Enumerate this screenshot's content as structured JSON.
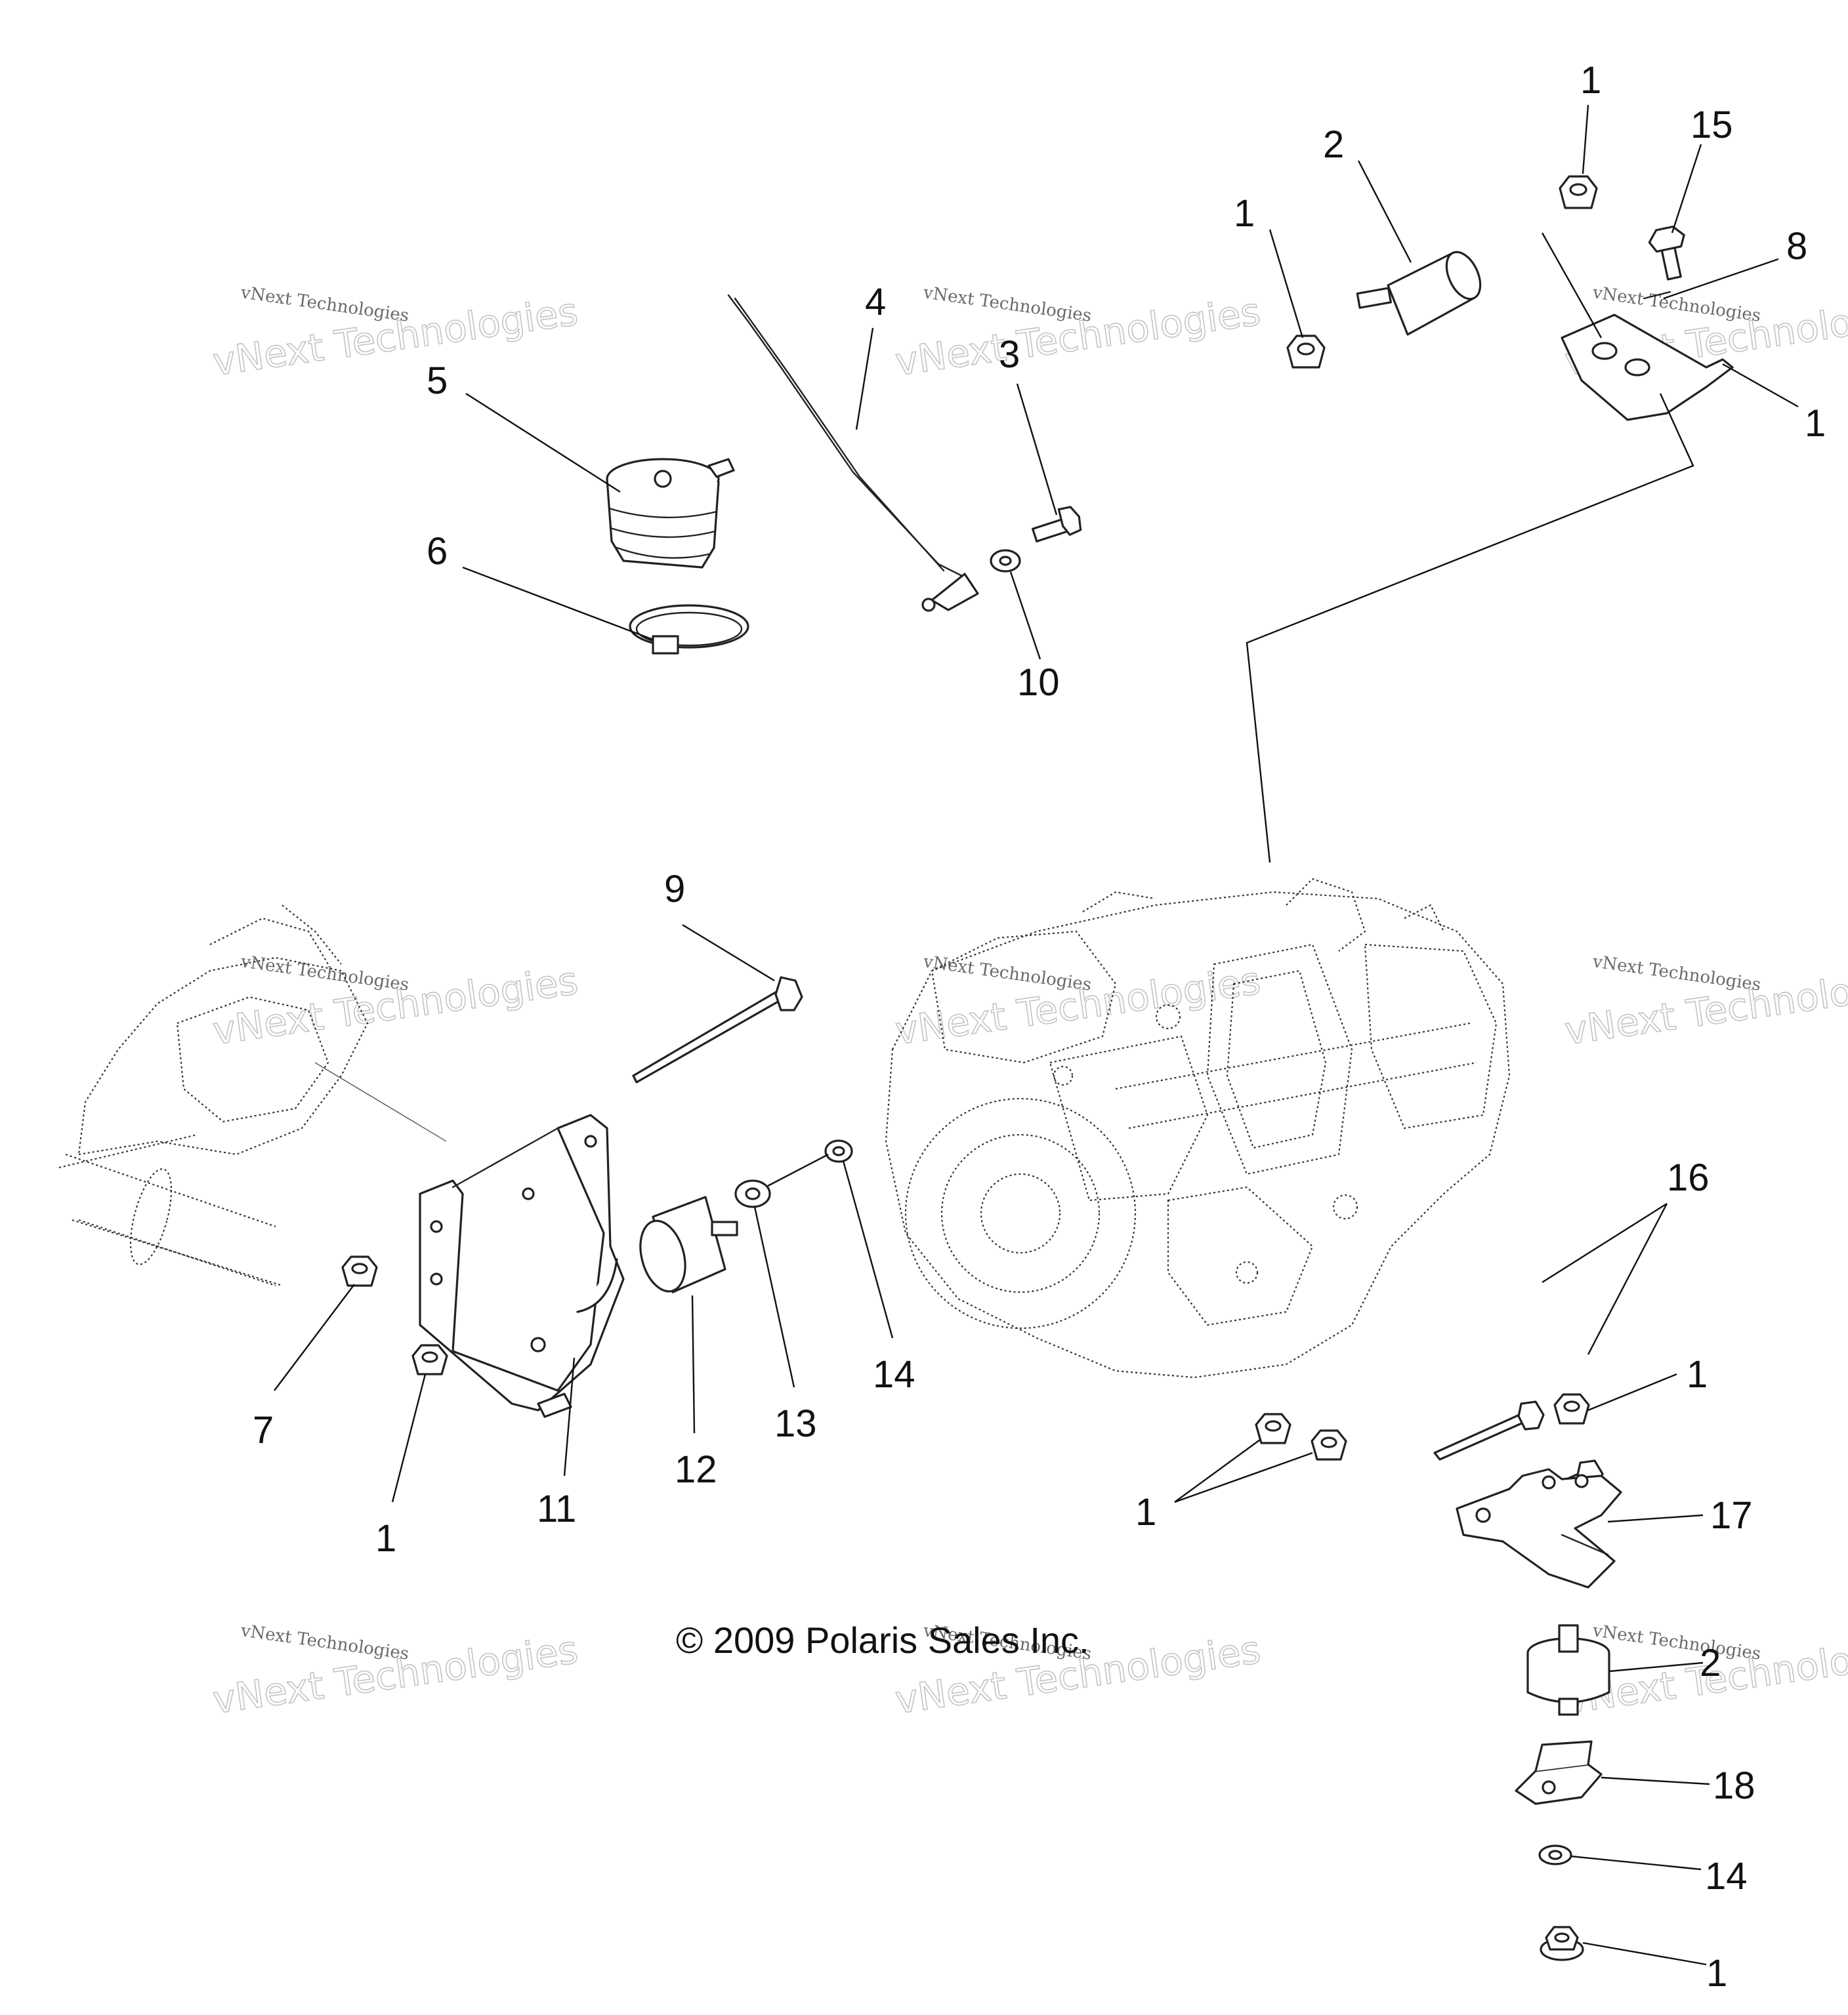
{
  "diagram": {
    "copyright": "© 2009 Polaris Sales Inc.",
    "watermark": {
      "line1": "vNext Technologies",
      "line2": "vNext Technologies"
    },
    "callouts": [
      {
        "id": "c1-top-nut",
        "text": "1"
      },
      {
        "id": "c15",
        "text": "15"
      },
      {
        "id": "c2-top",
        "text": "2"
      },
      {
        "id": "c1-top-left",
        "text": "1"
      },
      {
        "id": "c8",
        "text": "8"
      },
      {
        "id": "c1-bracket-right",
        "text": "1"
      },
      {
        "id": "c4",
        "text": "4"
      },
      {
        "id": "c3",
        "text": "3"
      },
      {
        "id": "c5",
        "text": "5"
      },
      {
        "id": "c6",
        "text": "6"
      },
      {
        "id": "c10",
        "text": "10"
      },
      {
        "id": "c9",
        "text": "9"
      },
      {
        "id": "c16",
        "text": "16"
      },
      {
        "id": "c7",
        "text": "7"
      },
      {
        "id": "c1-left-bottom",
        "text": "1"
      },
      {
        "id": "c11",
        "text": "11"
      },
      {
        "id": "c12",
        "text": "12"
      },
      {
        "id": "c13",
        "text": "13"
      },
      {
        "id": "c14-mid",
        "text": "14"
      },
      {
        "id": "c1-center-bottom",
        "text": "1"
      },
      {
        "id": "c1-right-mid",
        "text": "1"
      },
      {
        "id": "c17",
        "text": "17"
      },
      {
        "id": "c2-bottom",
        "text": "2"
      },
      {
        "id": "c18",
        "text": "18"
      },
      {
        "id": "c14-bottom",
        "text": "14"
      },
      {
        "id": "c1-bottom",
        "text": "1"
      }
    ]
  }
}
